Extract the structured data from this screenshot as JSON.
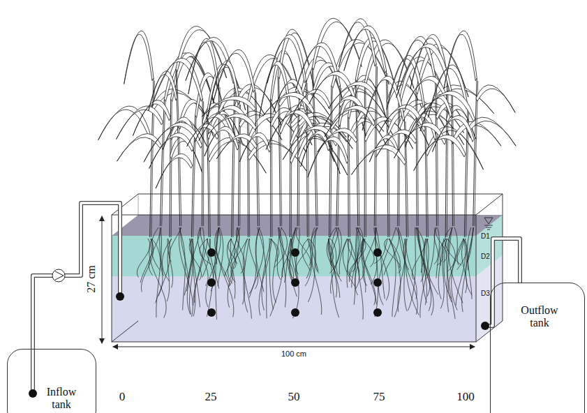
{
  "diagram": {
    "nodes": [
      {
        "text": [
          "Inflow tank"
        ]
      },
      {
        "text": [
          "Outflow tank"
        ]
      }
    ],
    "labels": [
      "27 cm",
      "100 cm",
      "0",
      "25",
      "50",
      "75",
      "100",
      "D1",
      "D2",
      "D3"
    ]
  }
}
